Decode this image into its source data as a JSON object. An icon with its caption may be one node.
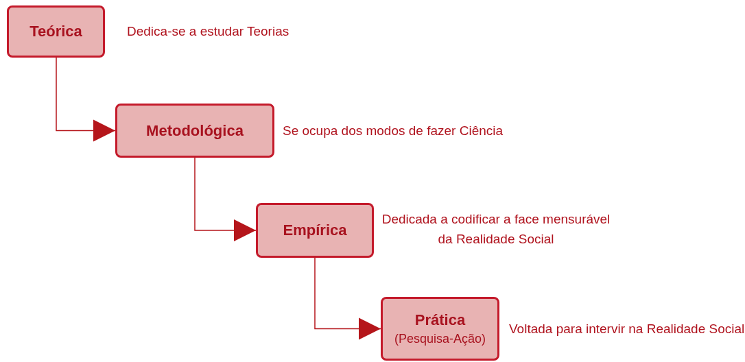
{
  "diagram": {
    "nodes": [
      {
        "text": [
          "Teórica"
        ],
        "beside": [
          "Dedica-se a estudar Teorias"
        ]
      },
      {
        "text": [
          "Metodológica"
        ],
        "beside": [
          "Se ocupa dos modos de fazer Ciência"
        ]
      },
      {
        "text": [
          "Empírica"
        ],
        "beside": [
          "Dedicada a codificar a face mensurável da Realidade Social"
        ]
      },
      {
        "text": [
          "Prática",
          "(Pesquisa-Ação)"
        ],
        "beside": [
          "Voltada para intervir na Realidade Social"
        ]
      }
    ],
    "edges": [
      {
        "from": 0,
        "to": 1,
        "arrow": "to"
      },
      {
        "from": 1,
        "to": 2,
        "arrow": "to"
      },
      {
        "from": 2,
        "to": 3,
        "arrow": "to"
      }
    ]
  }
}
